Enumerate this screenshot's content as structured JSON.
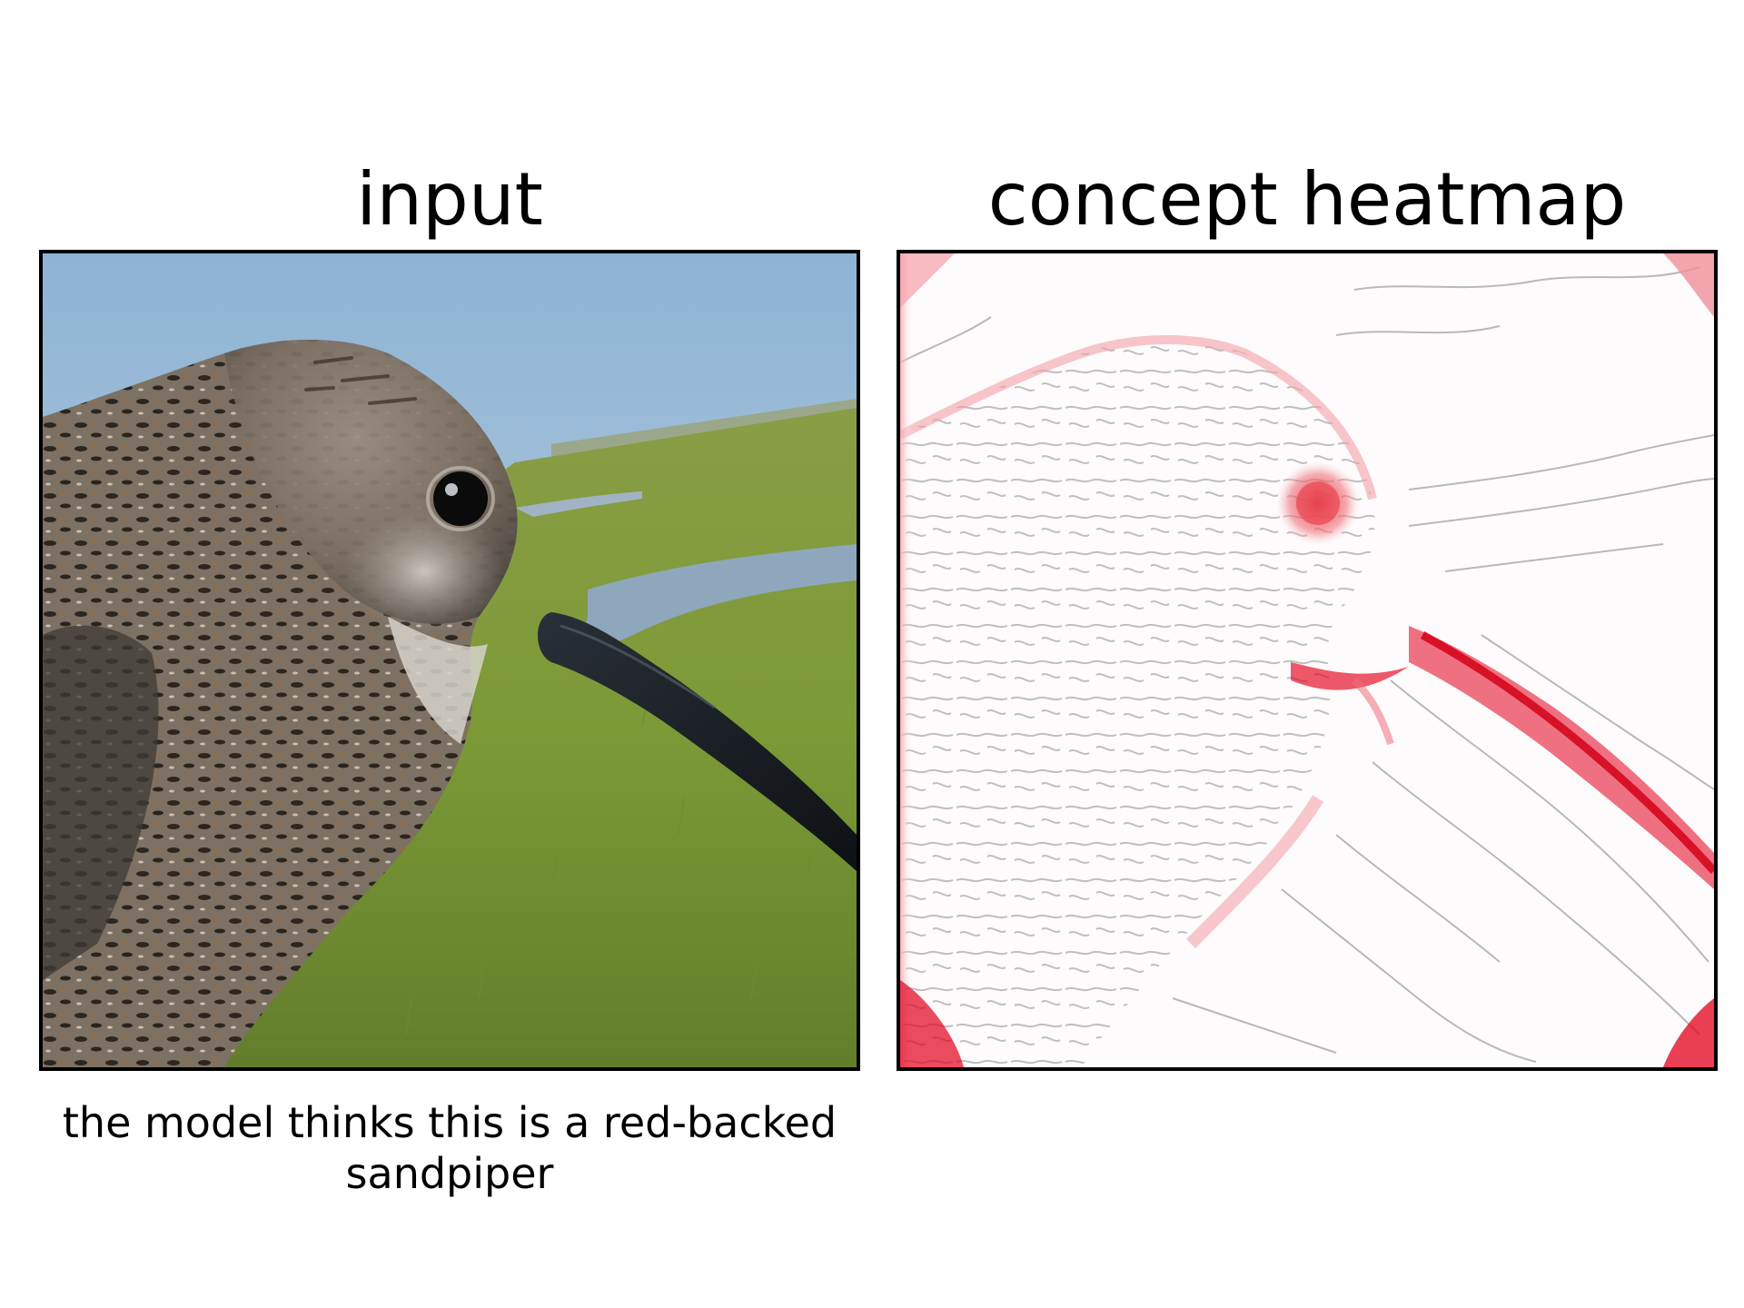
{
  "panels": {
    "input": {
      "title": "input",
      "caption_line1": "the model thinks this is a red-backed",
      "caption_line2": "sandpiper"
    },
    "heatmap": {
      "title": "concept heatmap"
    }
  },
  "colors": {
    "sky": "#a9c6de",
    "grass": "#7f9a3a",
    "water": "#8ea7bd",
    "bird_body": "#6e645a",
    "beak": "#15181c",
    "heat_red": "#e3001b",
    "heat_contour": "#b8b8b8"
  },
  "icons": {
    "photo": "sandpiper-photo",
    "heatmap": "concept-heatmap-overlay"
  }
}
